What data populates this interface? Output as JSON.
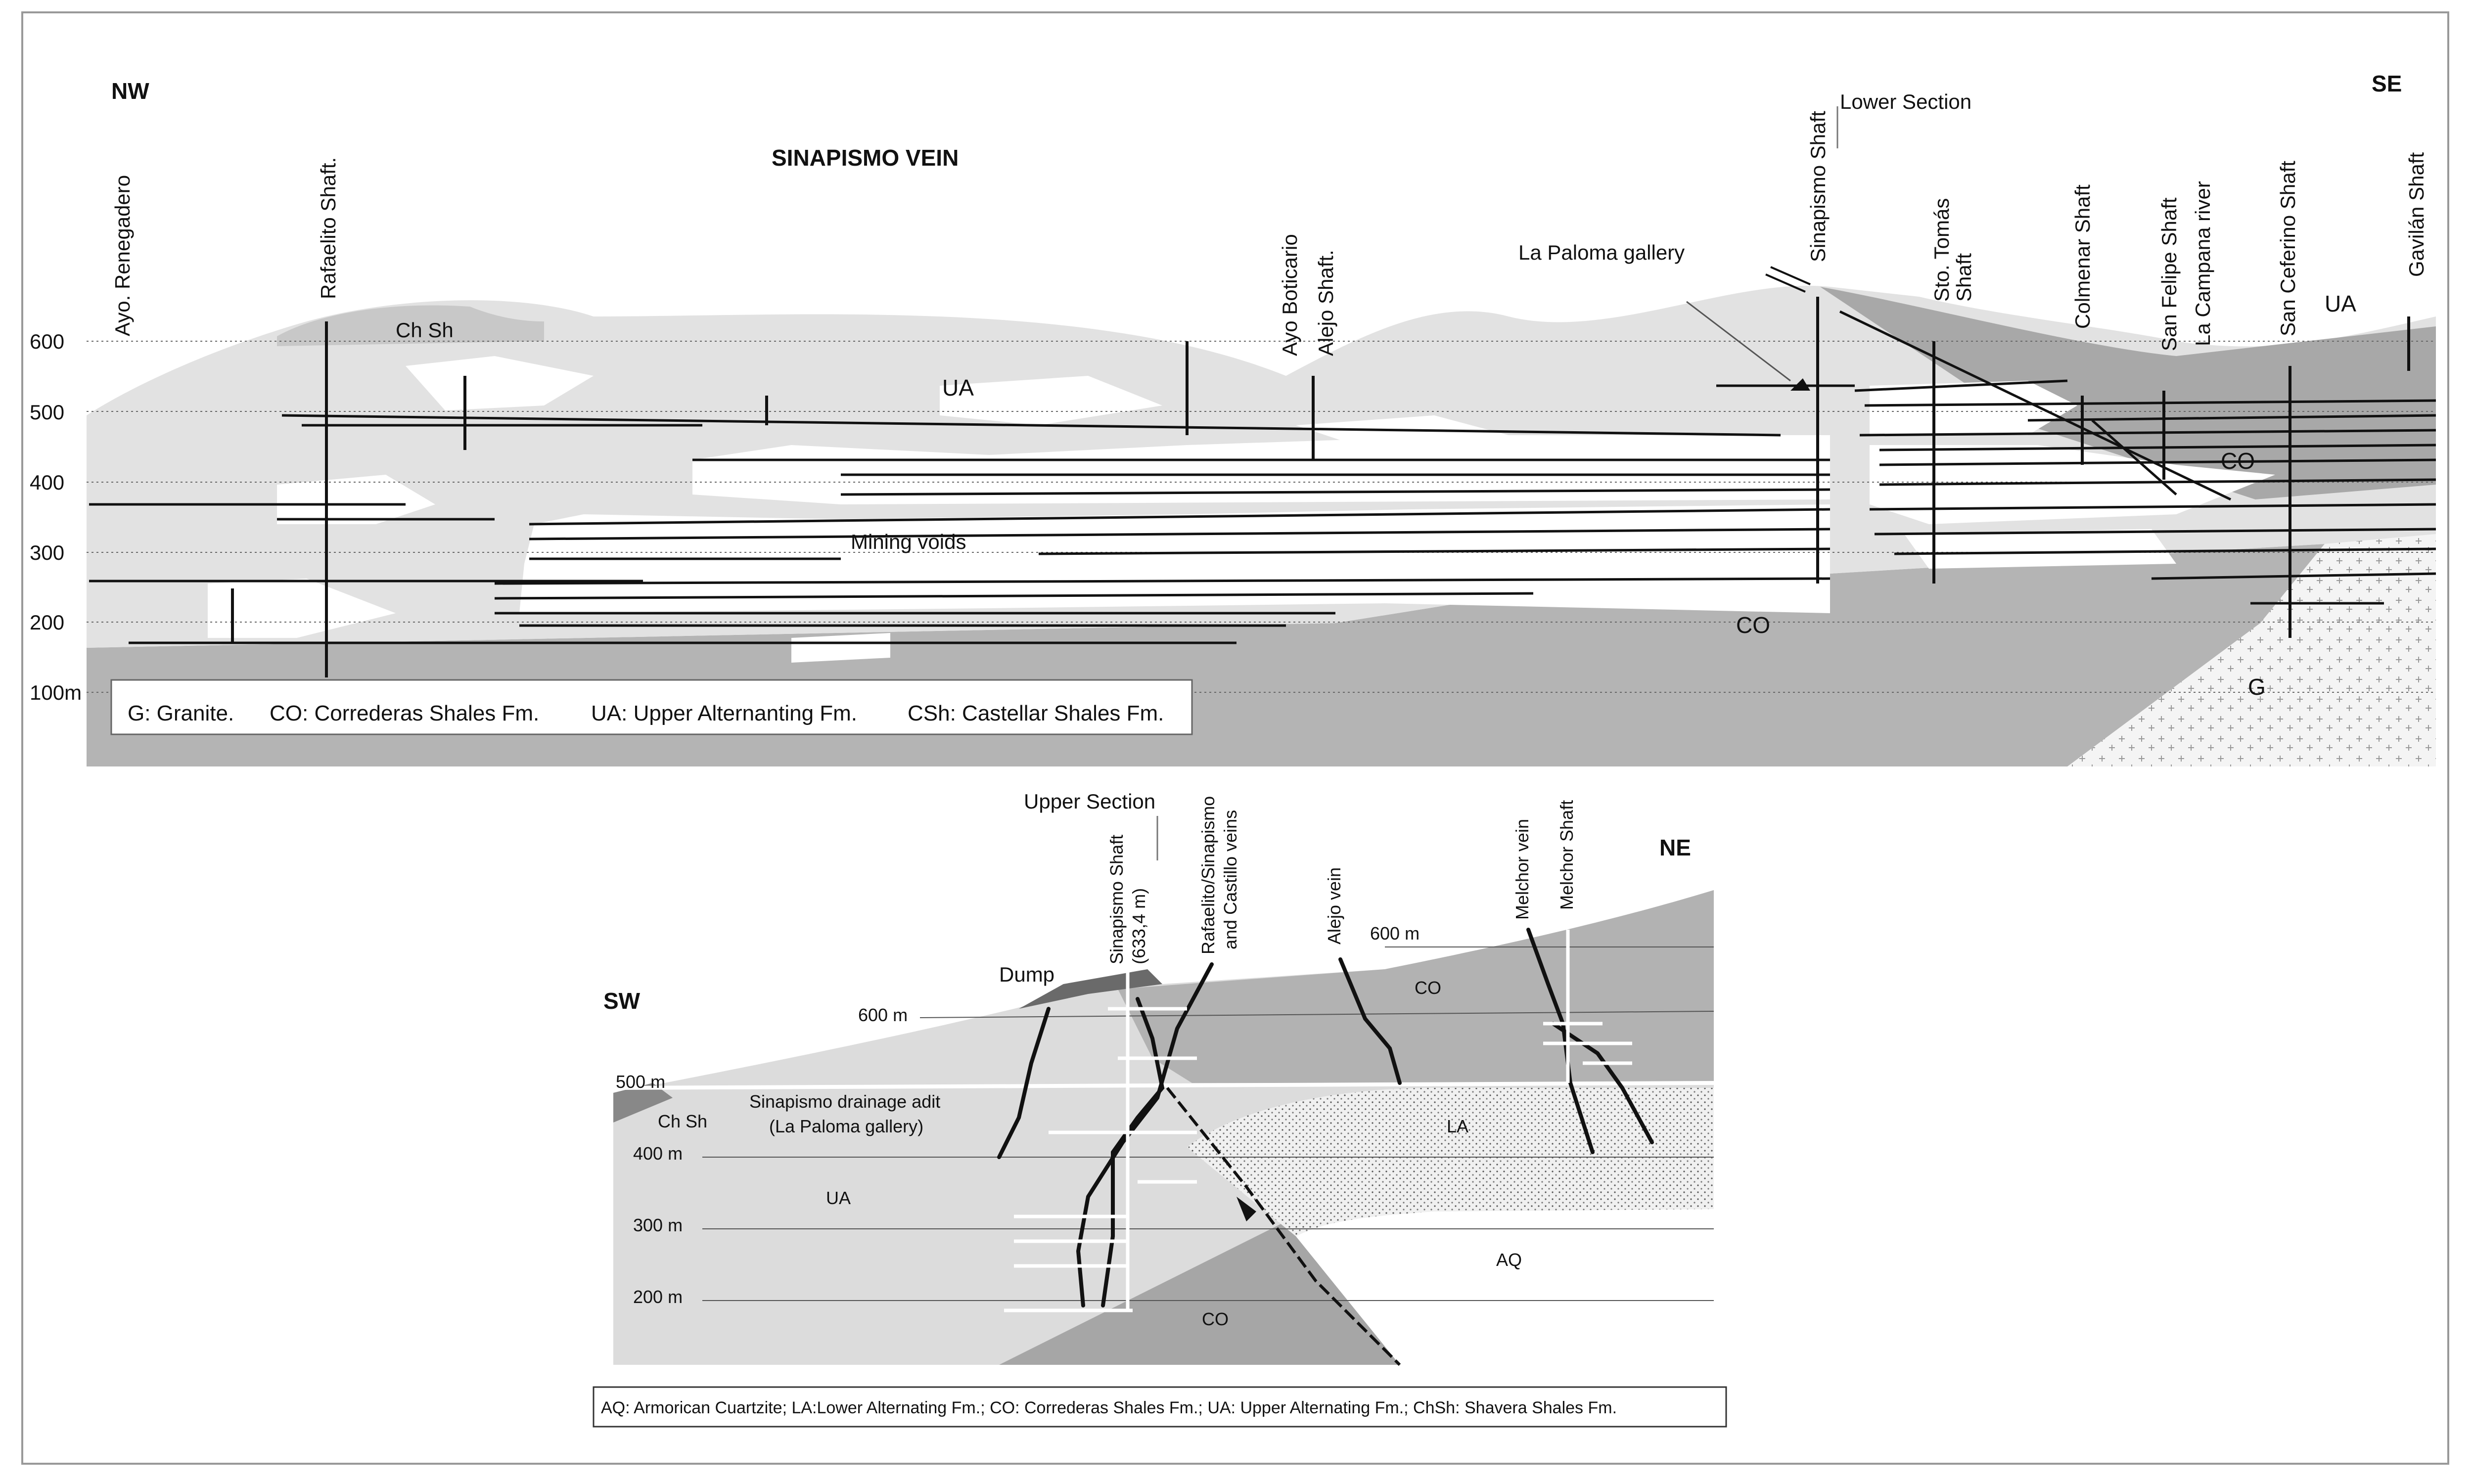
{
  "upper": {
    "title": "SINAPISMO VEIN",
    "dir_left": "NW",
    "dir_right": "SE",
    "section_note": "Lower Section",
    "gallery_label": "La Paloma gallery",
    "voids_label": "Mining voids",
    "units": {
      "ua1": "UA",
      "ua2": "UA",
      "chsh": "Ch Sh",
      "co1": "CO",
      "co2": "CO",
      "g": "G"
    },
    "axis_ticks": [
      "600",
      "500",
      "400",
      "300",
      "200",
      "100m"
    ],
    "shafts": [
      "Ayo. Renegadero",
      "Rafaelito Shaft.",
      "Ayo Boticario",
      "Alejo Shaft.",
      "Sinapismo Shaft",
      "Sto. Tomás",
      "Shaft",
      "Colmenar Shaft",
      "San Felipe Shaft",
      "La Campana river",
      "San Ceferino Shaft",
      "Gavilán Shaft"
    ],
    "legend": [
      "G: Granite.",
      "CO: Correderas Shales Fm.",
      "UA: Upper Alternanting Fm.",
      "CSh: Castellar Shales Fm."
    ]
  },
  "lower": {
    "section_note": "Upper Section",
    "dir_left": "SW",
    "dir_right": "NE",
    "dump_label": "Dump",
    "adit_label_1": "Sinapismo drainage adit",
    "adit_label_2": "(La Paloma gallery)",
    "vein_labels": [
      "Sinapismo Shaft",
      "(633,4 m)",
      "Rafaelito/Sinapismo",
      "and Castillo veins",
      "Alejo vein",
      "Melchor vein",
      "Melchor Shaft"
    ],
    "units": {
      "co1": "CO",
      "co2": "CO",
      "la": "LA",
      "aq": "AQ",
      "ua": "UA",
      "chsh": "Ch Sh"
    },
    "level_labels": [
      "600 m",
      "600 m",
      "500 m",
      "400 m",
      "300 m",
      "200 m"
    ],
    "legend": "AQ: Armorican Cuartzite; LA:Lower Alternating Fm.; CO: Correderas Shales Fm.; UA: Upper Alternating Fm.; ChSh: Shavera Shales Fm."
  },
  "colors": {
    "ua_fill": "#e4e4e4",
    "co_fill": "#b4b4b4",
    "co_dark": "#9a9a9a",
    "granite": "#f2f2f2",
    "white": "#ffffff",
    "line": "#111111"
  }
}
